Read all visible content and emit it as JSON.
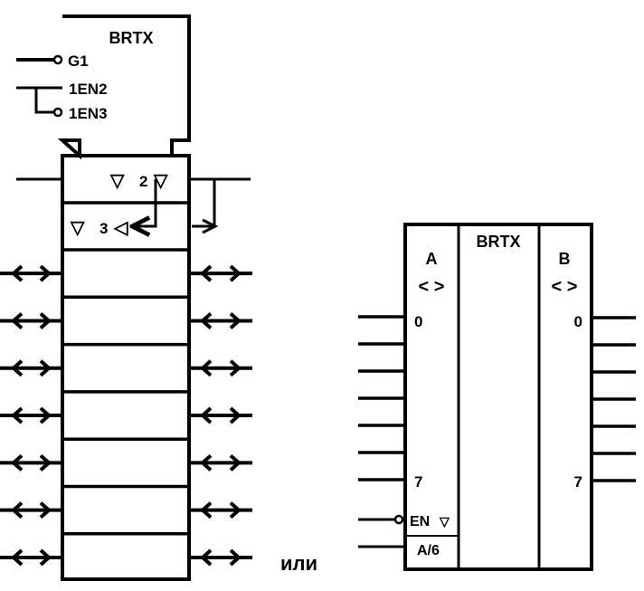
{
  "left_symbol": {
    "control_block": {
      "title": "BRTX",
      "inputs": [
        {
          "label": "G1",
          "inverted": true
        },
        {
          "label": "1EN2",
          "inverted": false
        },
        {
          "label": "1EN3",
          "inverted": true
        }
      ]
    },
    "direction_cells": [
      {
        "label": "2",
        "left_mark": "▽",
        "right_mark": "▽"
      },
      {
        "label": "3",
        "left_mark": "▽",
        "right_mark": "◁"
      }
    ],
    "data_cell_count": 7,
    "port_arrow": "bidirectional"
  },
  "separator_text": "или",
  "right_symbol": {
    "title": "BRTX",
    "port_a": {
      "name": "A",
      "direction": "< >",
      "first_bit": "0",
      "last_bit": "7",
      "line_count": 7
    },
    "port_b": {
      "name": "B",
      "direction": "< >",
      "first_bit": "0",
      "last_bit": "7",
      "line_count": 7
    },
    "enable_label": "EN",
    "enable_mark": "▽",
    "enable_inverted": true,
    "select_label": "A/6"
  }
}
